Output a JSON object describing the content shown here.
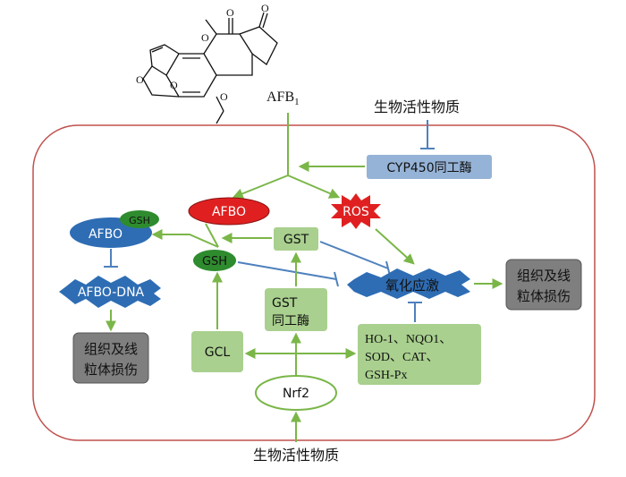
{
  "molecule": {
    "name": "AFB",
    "subscript": "1"
  },
  "labels": {
    "bioactive_top": "生物活性物质",
    "bioactive_bottom": "生物活性物质",
    "cyp450": "CYP450同工酶",
    "afbo_red": "AFBO",
    "ros": "ROS",
    "afbo_blue": "AFBO",
    "gsh_small": "GSH",
    "gsh": "GSH",
    "gst": "GST",
    "oxidative_stress": "氧化应激",
    "afbo_dna": "AFBO-DNA",
    "tissue_damage_left": [
      "组织及线",
      "粒体损伤"
    ],
    "tissue_damage_right": [
      "组织及线",
      "粒体损伤"
    ],
    "gst_enzyme": [
      "GST",
      "同工酶"
    ],
    "gcl": "GCL",
    "antioxidants": [
      "HO-1、NQO1、",
      "SOD、CAT、",
      "GSH-Px"
    ],
    "nrf2": "Nrf2"
  },
  "colors": {
    "arrow_green": "#7ab648",
    "inhibit_blue": "#4f81bd",
    "cell_border": "#c0504d",
    "red_node": "#e02020",
    "blue_node": "#2e6db4",
    "green_box": "#a9d08e",
    "gray_box": "#7f7f7f",
    "cyp_box": "#95b3d7"
  }
}
